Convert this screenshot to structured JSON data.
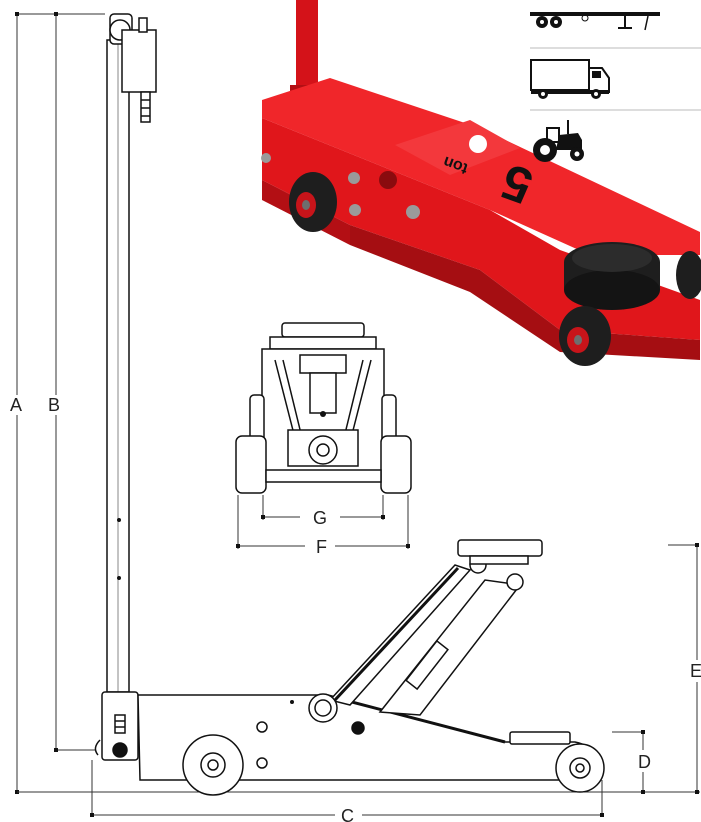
{
  "dimensions": {
    "A": "A",
    "B": "B",
    "C": "C",
    "D": "D",
    "E": "E",
    "F": "F",
    "G": "G"
  },
  "product": {
    "capacity_label": "5",
    "capacity_unit": "ton",
    "body_color": "#e0161b",
    "body_shadow": "#a50e12",
    "tire_color": "#1e1e1e"
  },
  "vehicle_icons": [
    "trailer-icon",
    "truck-icon",
    "tractor-icon"
  ]
}
